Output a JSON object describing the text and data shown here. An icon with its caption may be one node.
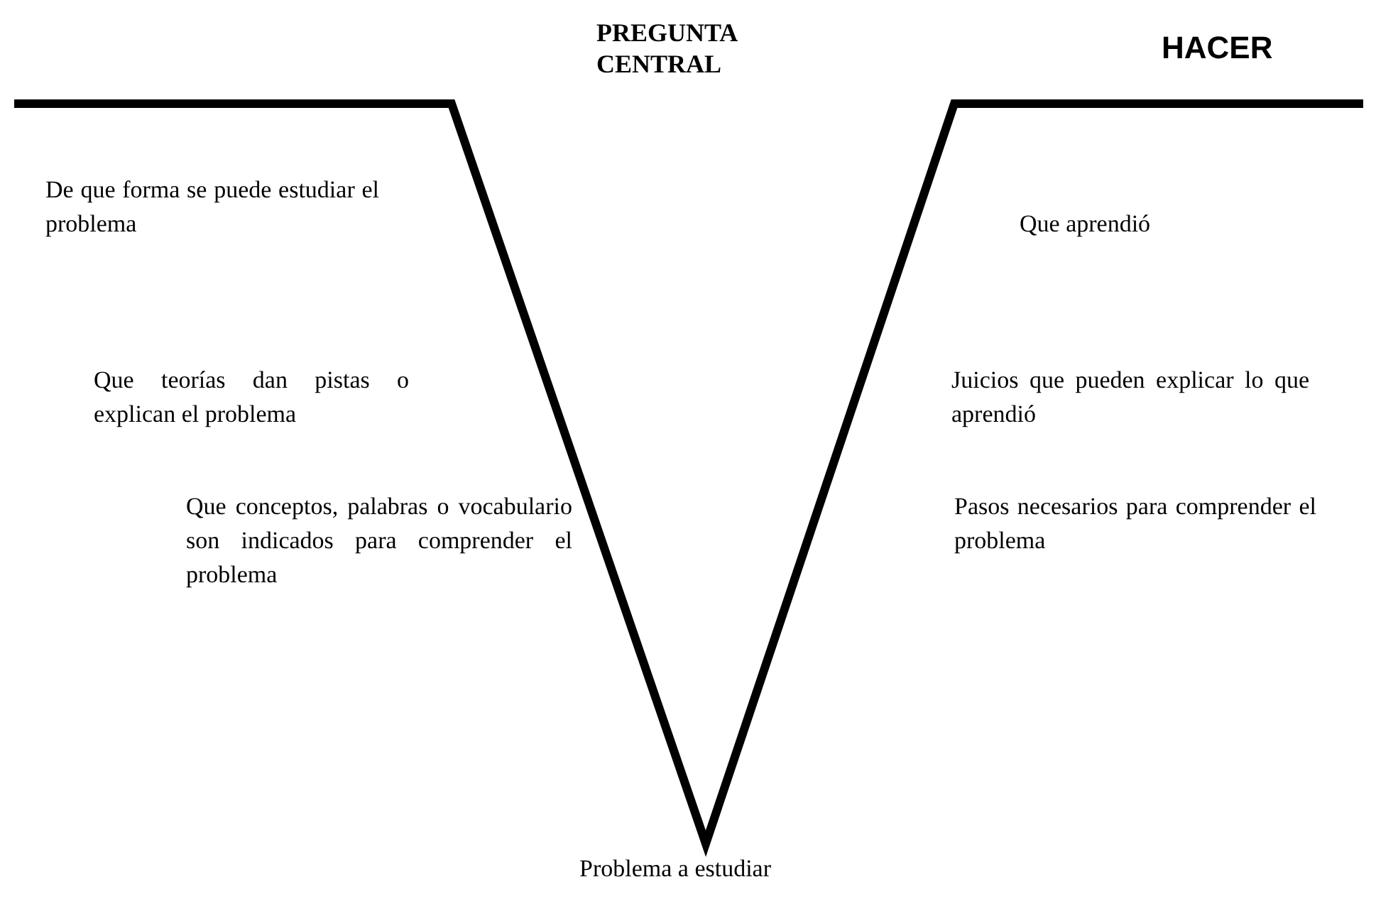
{
  "diagram": {
    "labels": [
      "PREGUNTA CENTRAL",
      "HACER",
      "De que forma se puede estudiar el problema",
      "Que aprendió",
      "Que teorías dan pistas o explican el problema",
      "Juicios que pueden explicar lo que aprendió",
      "Que conceptos, palabras o vocabulario son indicados para comprender el problema",
      "Pasos necesarios para comprender el problema",
      "Problema a estudiar"
    ]
  }
}
